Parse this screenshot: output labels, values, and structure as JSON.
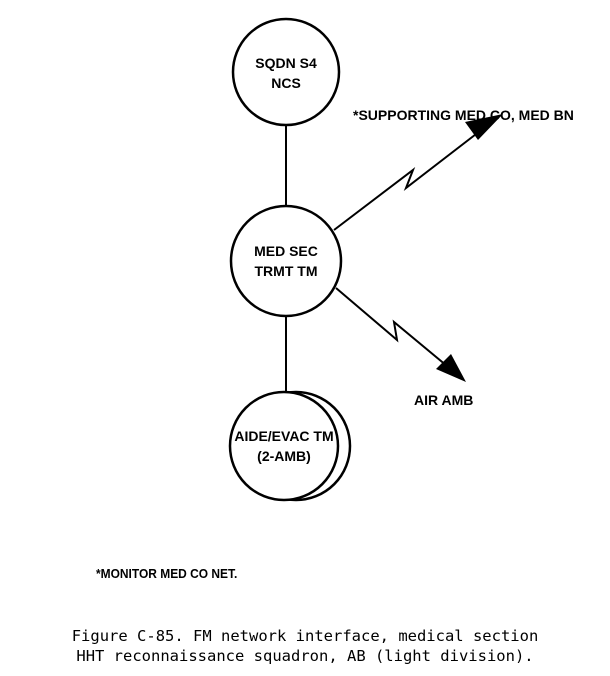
{
  "nodes": {
    "sqdn": {
      "line1": "SQDN S4",
      "line2": "NCS"
    },
    "medsec": {
      "line1": "MED SEC",
      "line2": "TRMT TM"
    },
    "aide": {
      "line1": "AIDE/EVAC TM",
      "line2": "(2-AMB)"
    }
  },
  "links": {
    "supporting_label": "*SUPPORTING MED CO, MED BN",
    "air_amb_label": "AIR AMB"
  },
  "footnote": "*MONITOR MED CO NET.",
  "caption": {
    "line1": "Figure C-85. FM network interface, medical section",
    "line2": "HHT reconnaissance squadron, AB (light division)."
  }
}
